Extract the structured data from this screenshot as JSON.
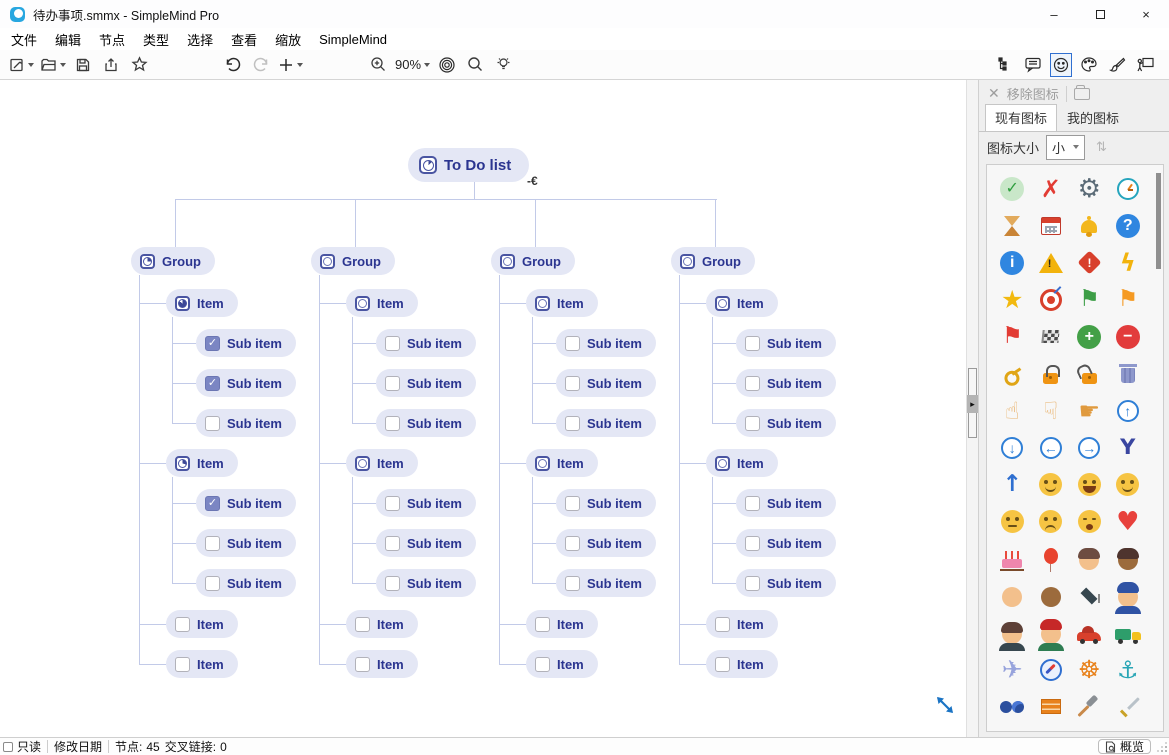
{
  "window": {
    "title": "待办事项.smmx - SimpleMind Pro",
    "controls": {
      "minimize": "–",
      "close": "×"
    }
  },
  "menu": {
    "items": [
      {
        "id": "file",
        "label": "文件"
      },
      {
        "id": "edit",
        "label": "编辑"
      },
      {
        "id": "node",
        "label": "节点"
      },
      {
        "id": "type",
        "label": "类型"
      },
      {
        "id": "select",
        "label": "选择"
      },
      {
        "id": "view",
        "label": "查看"
      },
      {
        "id": "zoom",
        "label": "缩放"
      },
      {
        "id": "simplemind",
        "label": "SimpleMind"
      }
    ]
  },
  "toolbar": {
    "zoom_level": "90%"
  },
  "panel": {
    "remove_label": "移除图标",
    "tabs": [
      {
        "id": "stock-icons",
        "label": "现有图标",
        "active": true
      },
      {
        "id": "my-icons",
        "label": "我的图标",
        "active": false
      }
    ],
    "size_label": "图标大小",
    "size_value": "小",
    "icons": [
      {
        "n": "check-mark",
        "k": "disc",
        "g": "✓",
        "b": "#c9e7c9",
        "c": "#2f9e3f"
      },
      {
        "n": "cross-mark",
        "k": "glyph",
        "g": "✗",
        "c": "#e23c34",
        "s": 24,
        "w": "bold"
      },
      {
        "n": "gear",
        "k": "glyph",
        "g": "⚙",
        "c": "#5b6b77",
        "s": 26
      },
      {
        "n": "clock",
        "k": "clock"
      },
      {
        "n": "hourglass",
        "k": "hourglass"
      },
      {
        "n": "calendar",
        "k": "calendar"
      },
      {
        "n": "bell",
        "k": "bell"
      },
      {
        "n": "question-mark",
        "k": "disc",
        "g": "?",
        "b": "#2f86e0",
        "c": "#ffffff"
      },
      {
        "n": "information",
        "k": "disc",
        "g": "i",
        "b": "#2f86e0",
        "c": "#ffffff"
      },
      {
        "n": "warning",
        "k": "tri"
      },
      {
        "n": "exclamation",
        "k": "diamond",
        "b": "#d8402c",
        "g": "!",
        "c": "#ffffff"
      },
      {
        "n": "lightning",
        "k": "glyph",
        "g": "ϟ",
        "c": "#f2b30d",
        "s": 24,
        "w": "bold"
      },
      {
        "n": "star",
        "k": "glyph",
        "g": "★",
        "c": "#f2b90f",
        "s": 25
      },
      {
        "n": "target",
        "k": "target"
      },
      {
        "n": "green-flag",
        "k": "glyph",
        "g": "⚑",
        "c": "#3d9e47",
        "s": 23
      },
      {
        "n": "orange-flag",
        "k": "glyph",
        "g": "⚑",
        "c": "#f59a23",
        "s": 23
      },
      {
        "n": "red-flag",
        "k": "glyph",
        "g": "⚑",
        "c": "#e23c34",
        "s": 23
      },
      {
        "n": "checkered-flag",
        "k": "checker"
      },
      {
        "n": "plus",
        "k": "disc",
        "g": "+",
        "b": "#43a047",
        "c": "#ffffff"
      },
      {
        "n": "minus",
        "k": "disc",
        "g": "−",
        "b": "#e23c3c",
        "c": "#ffffff"
      },
      {
        "n": "key",
        "k": "key"
      },
      {
        "n": "lock-closed",
        "k": "lock"
      },
      {
        "n": "lock-open",
        "k": "lock",
        "open": true
      },
      {
        "n": "trash",
        "k": "trash"
      },
      {
        "n": "thumbs-up",
        "k": "glyph",
        "g": "☝",
        "c": "#e9b470",
        "s": 24
      },
      {
        "n": "thumbs-down",
        "k": "glyph",
        "g": "☟",
        "c": "#e9b470",
        "s": 24
      },
      {
        "n": "handshake",
        "k": "glyph",
        "g": "☛",
        "c": "#e09a3e",
        "s": 24
      },
      {
        "n": "arrow-up-circle",
        "k": "ring",
        "g": "↑",
        "c": "#2f7fd6"
      },
      {
        "n": "arrow-down-circle",
        "k": "ring",
        "g": "↓",
        "c": "#2f7fd6"
      },
      {
        "n": "arrow-left-circle",
        "k": "ring",
        "g": "←",
        "c": "#2f7fd6"
      },
      {
        "n": "arrow-right-circle",
        "k": "ring",
        "g": "→",
        "c": "#2f7fd6"
      },
      {
        "n": "fork",
        "k": "glyph",
        "g": "Y",
        "c": "#3a46a0",
        "s": 21,
        "w": "bold"
      },
      {
        "n": "merge-arrow",
        "k": "glyph",
        "g": "↑",
        "c": "#2f6fd0",
        "s": 23,
        "w": "bold"
      },
      {
        "n": "smiley-face",
        "k": "face",
        "m": "smile"
      },
      {
        "n": "laughing-face",
        "k": "face",
        "m": "laugh"
      },
      {
        "n": "winking-face",
        "k": "face",
        "m": "wink"
      },
      {
        "n": "neutral-face",
        "k": "face",
        "m": "flat"
      },
      {
        "n": "frowning-face",
        "k": "face",
        "m": "frown"
      },
      {
        "n": "crying-face",
        "k": "face",
        "m": "cry"
      },
      {
        "n": "heart",
        "k": "glyph",
        "g": "♥",
        "c": "#e8413c",
        "s": 26
      },
      {
        "n": "birthday-cake",
        "k": "cake"
      },
      {
        "n": "balloon",
        "k": "balloon"
      },
      {
        "n": "boy-face",
        "k": "head",
        "skin": "#f3c08c",
        "hair": "#6d4c41"
      },
      {
        "n": "boy-face-dark-skin",
        "k": "head",
        "skin": "#9c6b3c",
        "hair": "#4e342e"
      },
      {
        "n": "woman-red-hair",
        "k": "head",
        "skin": "#f3c08c",
        "hair": "#e2572b",
        "long": true
      },
      {
        "n": "woman-dark-skin",
        "k": "head",
        "skin": "#9c6b3c",
        "hair": "#4e342e",
        "long": true
      },
      {
        "n": "graduation-cap",
        "k": "gradcap"
      },
      {
        "n": "police-officer",
        "k": "head",
        "skin": "#f3c08c",
        "hair": "#3053a4",
        "hat": true,
        "body": "#3053a4"
      },
      {
        "n": "businessman",
        "k": "head",
        "skin": "#f3c08c",
        "hair": "#5d4037",
        "body": "#37474f"
      },
      {
        "n": "construction-worker",
        "k": "head",
        "skin": "#f3c08c",
        "hair": "#c62828",
        "hat": true,
        "body": "#2e7d52"
      },
      {
        "n": "car",
        "k": "car"
      },
      {
        "n": "truck",
        "k": "truck"
      },
      {
        "n": "airplane",
        "k": "glyph",
        "g": "✈",
        "c": "#97a3dc",
        "s": 25
      },
      {
        "n": "compass",
        "k": "compass"
      },
      {
        "n": "ship-wheel",
        "k": "glyph",
        "g": "☸",
        "c": "#e8821c",
        "s": 25
      },
      {
        "n": "anchor",
        "k": "glyph",
        "g": "⚓",
        "c": "#28a5b5",
        "s": 24
      },
      {
        "n": "binoculars",
        "k": "binoculars"
      },
      {
        "n": "brick-wall",
        "k": "brick"
      },
      {
        "n": "hammer",
        "k": "hammer"
      },
      {
        "n": "sword",
        "k": "sword"
      }
    ]
  },
  "mindmap": {
    "collapse_glyph": "-€",
    "root": {
      "label": "To Do list",
      "progress": 12
    },
    "branches": [
      {
        "label": "Group",
        "progress": 25,
        "items": [
          {
            "label": "Item",
            "type": "progress",
            "progress": 85,
            "subs": [
              {
                "label": "Sub item",
                "checked": true
              },
              {
                "label": "Sub item",
                "checked": true
              },
              {
                "label": "Sub item",
                "checked": false
              }
            ]
          },
          {
            "label": "Item",
            "type": "progress",
            "progress": 30,
            "subs": [
              {
                "label": "Sub item",
                "checked": true
              },
              {
                "label": "Sub item",
                "checked": false
              },
              {
                "label": "Sub item",
                "checked": false
              }
            ]
          },
          {
            "label": "Item",
            "type": "checkbox",
            "checked": false
          },
          {
            "label": "Item",
            "type": "checkbox",
            "checked": false
          }
        ]
      },
      {
        "label": "Group",
        "progress": 0,
        "items": [
          {
            "label": "Item",
            "type": "progress",
            "progress": 0,
            "subs": [
              {
                "label": "Sub item",
                "checked": false
              },
              {
                "label": "Sub item",
                "checked": false
              },
              {
                "label": "Sub item",
                "checked": false
              }
            ]
          },
          {
            "label": "Item",
            "type": "progress",
            "progress": 0,
            "subs": [
              {
                "label": "Sub item",
                "checked": false
              },
              {
                "label": "Sub item",
                "checked": false
              },
              {
                "label": "Sub item",
                "checked": false
              }
            ]
          },
          {
            "label": "Item",
            "type": "checkbox",
            "checked": false
          },
          {
            "label": "Item",
            "type": "checkbox",
            "checked": false
          }
        ]
      },
      {
        "label": "Group",
        "progress": 0,
        "items": [
          {
            "label": "Item",
            "type": "progress",
            "progress": 0,
            "subs": [
              {
                "label": "Sub item",
                "checked": false
              },
              {
                "label": "Sub item",
                "checked": false
              },
              {
                "label": "Sub item",
                "checked": false
              }
            ]
          },
          {
            "label": "Item",
            "type": "progress",
            "progress": 0,
            "subs": [
              {
                "label": "Sub item",
                "checked": false
              },
              {
                "label": "Sub item",
                "checked": false
              },
              {
                "label": "Sub item",
                "checked": false
              }
            ]
          },
          {
            "label": "Item",
            "type": "checkbox",
            "checked": false
          },
          {
            "label": "Item",
            "type": "checkbox",
            "checked": false
          }
        ]
      },
      {
        "label": "Group",
        "progress": 0,
        "items": [
          {
            "label": "Item",
            "type": "progress",
            "progress": 0,
            "subs": [
              {
                "label": "Sub item",
                "checked": false
              },
              {
                "label": "Sub item",
                "checked": false
              },
              {
                "label": "Sub item",
                "checked": false
              }
            ]
          },
          {
            "label": "Item",
            "type": "progress",
            "progress": 0,
            "subs": [
              {
                "label": "Sub item",
                "checked": false
              },
              {
                "label": "Sub item",
                "checked": false
              },
              {
                "label": "Sub item",
                "checked": false
              }
            ]
          },
          {
            "label": "Item",
            "type": "checkbox",
            "checked": false
          },
          {
            "label": "Item",
            "type": "checkbox",
            "checked": false
          }
        ]
      }
    ]
  },
  "statusbar": {
    "readonly_label": "只读",
    "modified_label": "修改日期",
    "nodes_label": "节点:",
    "nodes_count": "45",
    "links_label": "交叉链接:",
    "links_count": "0",
    "overview_label": "概览"
  }
}
